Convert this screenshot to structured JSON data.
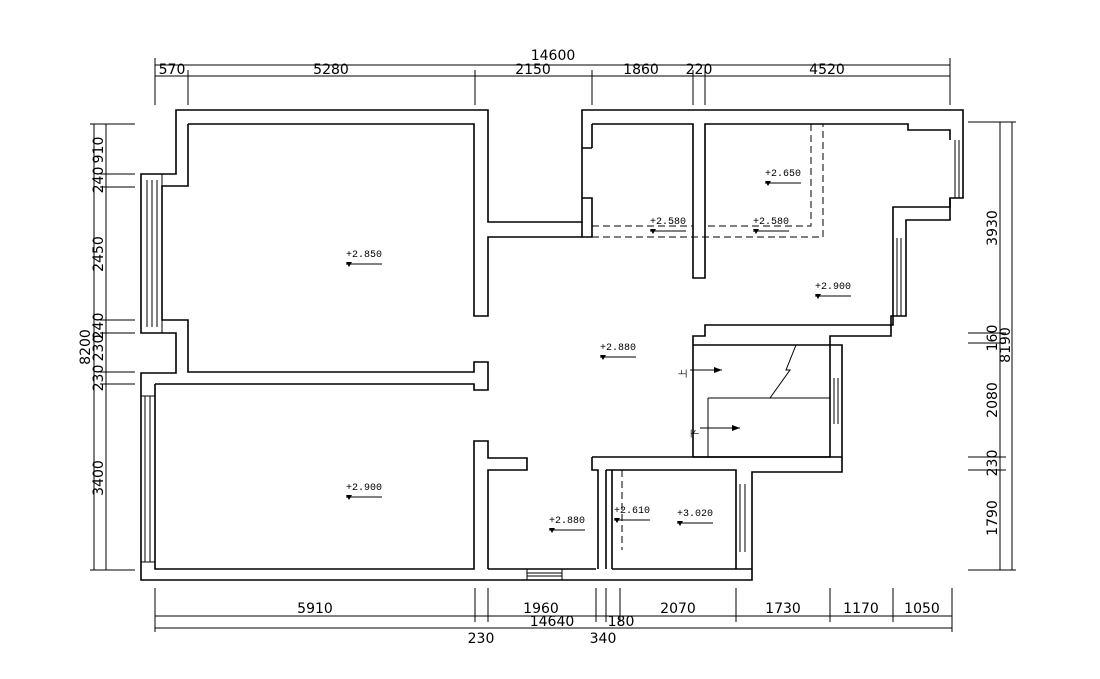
{
  "plan": {
    "dimensions": {
      "top_total": "14600",
      "top": [
        "570",
        "5280",
        "2150",
        "1860",
        "220",
        "4520"
      ],
      "bottom": [
        "5910",
        "1960",
        "2070",
        "1730",
        "1170",
        "1050"
      ],
      "bottom_small": [
        "180"
      ],
      "bottom_total": "14640",
      "bottom_extra": [
        "230",
        "340"
      ],
      "left": [
        "910",
        "240",
        "2450",
        "240",
        "230",
        "230",
        "3400"
      ],
      "left_total": "8200",
      "right": [
        "3930",
        "160",
        "2080",
        "230",
        "1790"
      ],
      "right_total": "8190"
    },
    "levels": [
      "+2.850",
      "+2.900",
      "+2.880",
      "+2.580",
      "+2.580",
      "+2.650",
      "+2.900",
      "+2.880",
      "+2.610",
      "+3.020"
    ],
    "stairs": {
      "up": "上",
      "down": "下"
    }
  }
}
